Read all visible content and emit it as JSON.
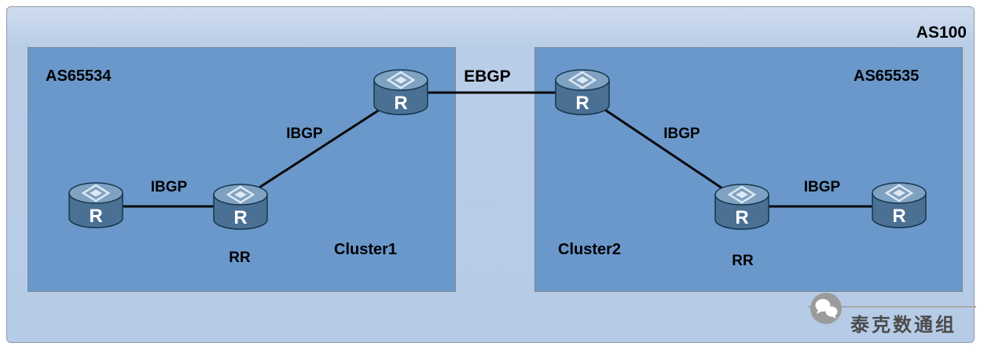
{
  "diagram": {
    "as_label": "AS100",
    "router_letter": "R",
    "areas": [
      {
        "name": "AS65534",
        "cluster_label": "Cluster1",
        "rr_label": "RR"
      },
      {
        "name": "AS65535",
        "cluster_label": "Cluster2",
        "rr_label": "RR"
      }
    ],
    "links": [
      {
        "from": "router-1",
        "to": "rr-1",
        "label": "IBGP"
      },
      {
        "from": "rr-1",
        "to": "border-1",
        "label": "IBGP"
      },
      {
        "from": "border-1",
        "to": "border-2",
        "label": "EBGP"
      },
      {
        "from": "border-2",
        "to": "rr-2",
        "label": "IBGP"
      },
      {
        "from": "rr-2",
        "to": "router-2",
        "label": "IBGP"
      }
    ],
    "watermark": {
      "text": "泰克数通组"
    },
    "colors": {
      "outer_bg": "#b9cde7",
      "area_bg": "#6b98cb",
      "link": "#0a0a0a",
      "router_body": "#4a7093",
      "router_top": "#7fa2c2",
      "router_outline": "#16364e"
    }
  }
}
